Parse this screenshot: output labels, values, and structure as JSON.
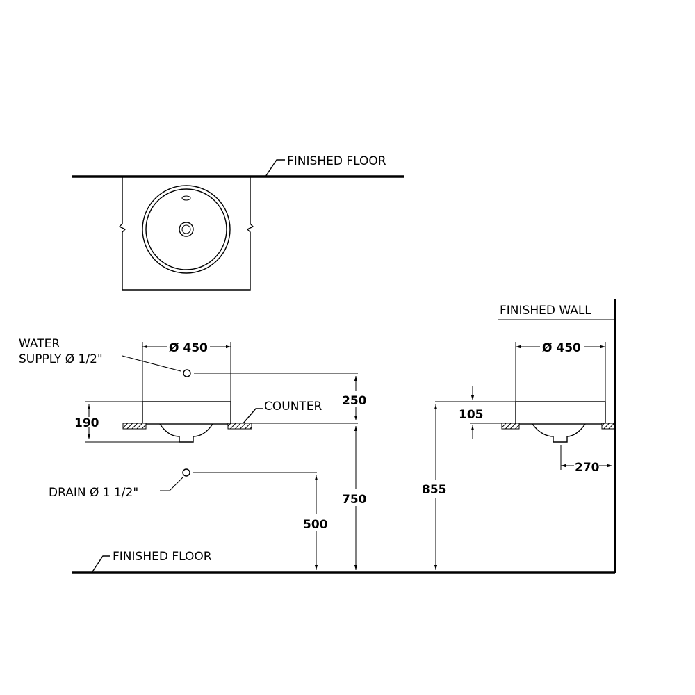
{
  "plan_view": {
    "finished_floor_label": "FINISHED FLOOR"
  },
  "front_view": {
    "water_supply_label_line1": "WATER",
    "water_supply_label_line2": "SUPPLY Ø 1/2\"",
    "diameter_label": "Ø 450",
    "counter_label": "COUNTER",
    "drain_label": "DRAIN Ø 1 1/2\"",
    "finished_floor_label": "FINISHED FLOOR",
    "dim_190": "190",
    "dim_250": "250",
    "dim_750": "750",
    "dim_500": "500"
  },
  "side_view": {
    "finished_wall_label": "FINISHED WALL",
    "diameter_label": "Ø 450",
    "dim_105": "105",
    "dim_855": "855",
    "dim_270": "270"
  }
}
